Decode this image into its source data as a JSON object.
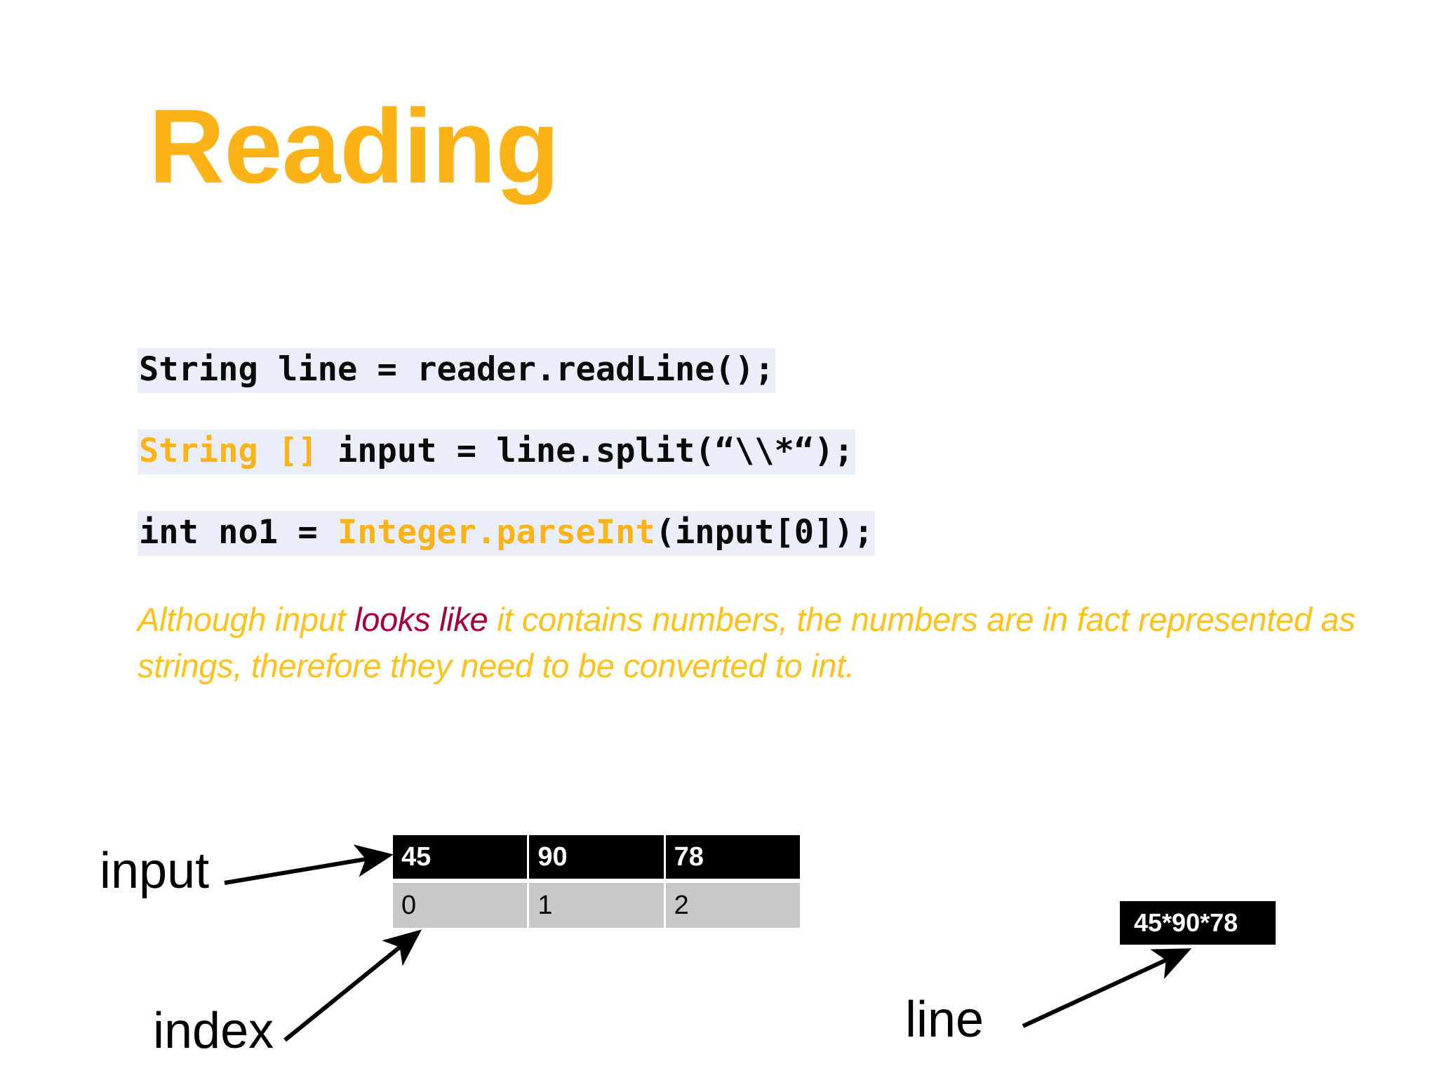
{
  "slide": {
    "title": "Reading",
    "title_color": "#FBB318",
    "background": "#FFFFFF"
  },
  "code": {
    "highlight_bg": "#E9EEF9",
    "keyword_color": "#FBB318",
    "text_color": "#0A0A0A",
    "lines": [
      {
        "id": "line-1",
        "plain": "String line = reader.readLine();",
        "segments": [
          {
            "text": "String line = reader.readLine();",
            "style": "normal"
          }
        ]
      },
      {
        "id": "line-2",
        "plain": "String [] input = line.split(“\\\\*“);",
        "segments": [
          {
            "text": "String []",
            "style": "keyword"
          },
          {
            "text": " input = line.split(“\\\\*“);",
            "style": "normal"
          }
        ]
      },
      {
        "id": "line-3",
        "plain": "int no1 = Integer.parseInt(input[0]);",
        "segments": [
          {
            "text": "int no1 = ",
            "style": "normal"
          },
          {
            "text": "Integer.parseInt",
            "style": "keyword"
          },
          {
            "text": "(input[0]);",
            "style": "normal"
          }
        ]
      }
    ]
  },
  "note": {
    "color": "#FBC21C",
    "accent_color": "#A5003F",
    "segments": [
      {
        "text": "Although input ",
        "style": "normal"
      },
      {
        "text": "looks like",
        "style": "accent"
      },
      {
        "text": " it contains numbers, the numbers are in fact represented as strings, therefore they need to be converted to int.",
        "style": "normal"
      }
    ],
    "full_text": "Although input looks like it contains numbers, the numbers are in fact represented as strings, therefore they need to be converted to int."
  },
  "diagram": {
    "array": {
      "values_row": [
        "45",
        "90",
        "78"
      ],
      "index_row": [
        "0",
        "1",
        "2"
      ],
      "values_bg": "#000000",
      "values_fg": "#FFFFFF",
      "index_bg": "#C8C8C8",
      "index_fg": "#000000"
    },
    "line_box": {
      "value": "45*90*78",
      "bg": "#000000",
      "fg": "#FFFFFF"
    },
    "labels": {
      "input": "input",
      "index": "index",
      "line": "line"
    },
    "arrows": [
      {
        "name": "input-to-array",
        "from": "input label",
        "to": "array cell 0"
      },
      {
        "name": "index-to-indexrow",
        "from": "index label",
        "to": "index row cell 0"
      },
      {
        "name": "line-to-linebox",
        "from": "line label",
        "to": "line box"
      }
    ]
  }
}
